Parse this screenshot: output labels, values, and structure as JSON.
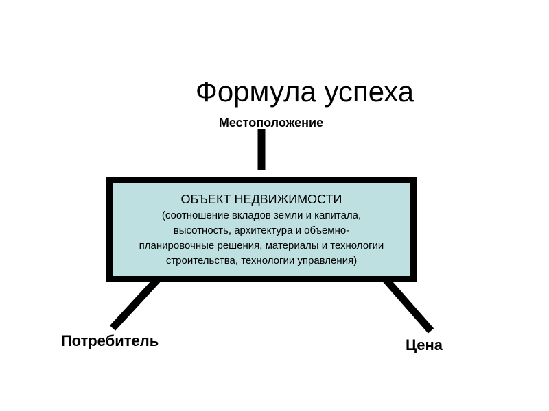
{
  "slide": {
    "title": "Формула успеха"
  },
  "diagram": {
    "top_label": "Местоположение",
    "center": {
      "title": "ОБЪЕКТ НЕДВИЖИМОСТИ",
      "description_lines": [
        "(соотношение вкладов земли и капитала,",
        "высотность, архитектура и объемно-",
        "планировочные решения, материалы и технологии",
        "строительства, технологии управления)"
      ]
    },
    "left_label": "Потребитель",
    "right_label": "Цена"
  },
  "colors": {
    "box_fill": "#bfe0e0",
    "box_border": "#000000",
    "connector": "#000000",
    "background": "#ffffff"
  }
}
